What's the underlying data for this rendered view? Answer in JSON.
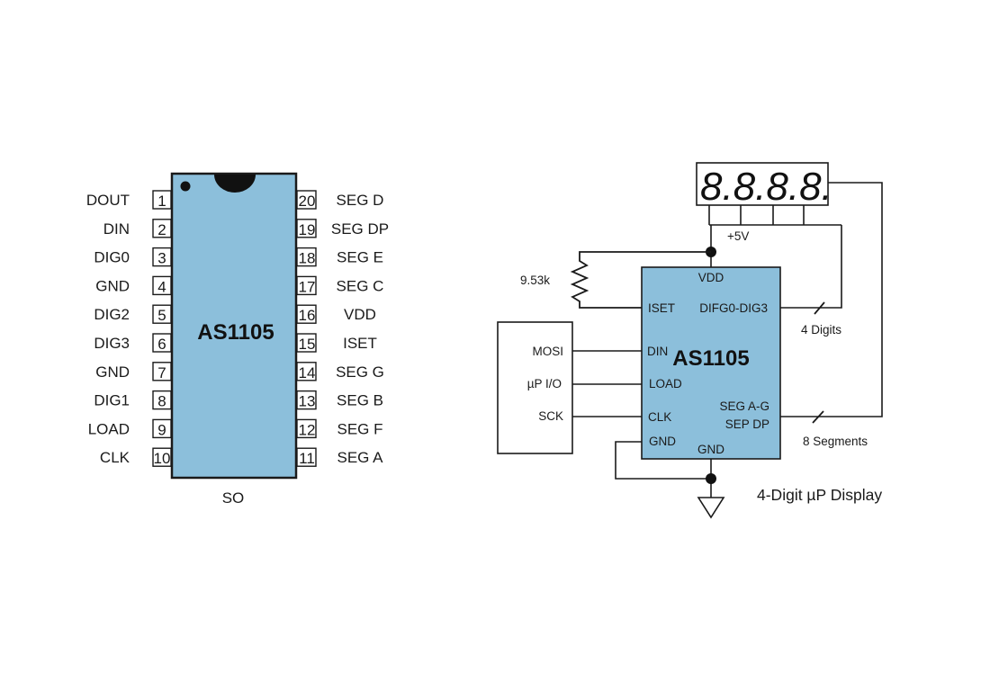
{
  "package": {
    "chip_name": "AS1105",
    "package_label": "SO",
    "chip_fill": "#8cbfdb",
    "left_pins": [
      {
        "num": "1",
        "label": "DOUT"
      },
      {
        "num": "2",
        "label": "DIN"
      },
      {
        "num": "3",
        "label": "DIG0"
      },
      {
        "num": "4",
        "label": "GND"
      },
      {
        "num": "5",
        "label": "DIG2"
      },
      {
        "num": "6",
        "label": "DIG3"
      },
      {
        "num": "7",
        "label": "GND"
      },
      {
        "num": "8",
        "label": "DIG1"
      },
      {
        "num": "9",
        "label": "LOAD"
      },
      {
        "num": "10",
        "label": "CLK"
      }
    ],
    "right_pins": [
      {
        "num": "20",
        "label": "SEG D"
      },
      {
        "num": "19",
        "label": "SEG DP"
      },
      {
        "num": "18",
        "label": "SEG E"
      },
      {
        "num": "17",
        "label": "SEG C"
      },
      {
        "num": "16",
        "label": "VDD"
      },
      {
        "num": "15",
        "label": "ISET"
      },
      {
        "num": "14",
        "label": "SEG G"
      },
      {
        "num": "13",
        "label": "SEG B"
      },
      {
        "num": "12",
        "label": "SEG F"
      },
      {
        "num": "11",
        "label": "SEG A"
      }
    ]
  },
  "circuit": {
    "title": "4-Digit µP Display",
    "chip_name": "AS1105",
    "display_digits": "8.8.8.8.",
    "supply_label": "+5V",
    "resistor_label": "9.53k",
    "chip_pins": {
      "vdd": "VDD",
      "iset": "ISET",
      "digits": "DIFG0-DIG3",
      "din": "DIN",
      "load": "LOAD",
      "clk": "CLK",
      "gnd_left": "GND",
      "gnd_bottom": "GND",
      "seg_line1": "SEG A-G",
      "seg_line2": "SEP DP"
    },
    "mcu_pins": {
      "mosi": "MOSI",
      "io": "µP I/O",
      "sck": "SCK"
    },
    "bus_digits_label": "4 Digits",
    "bus_segments_label": "8 Segments"
  }
}
